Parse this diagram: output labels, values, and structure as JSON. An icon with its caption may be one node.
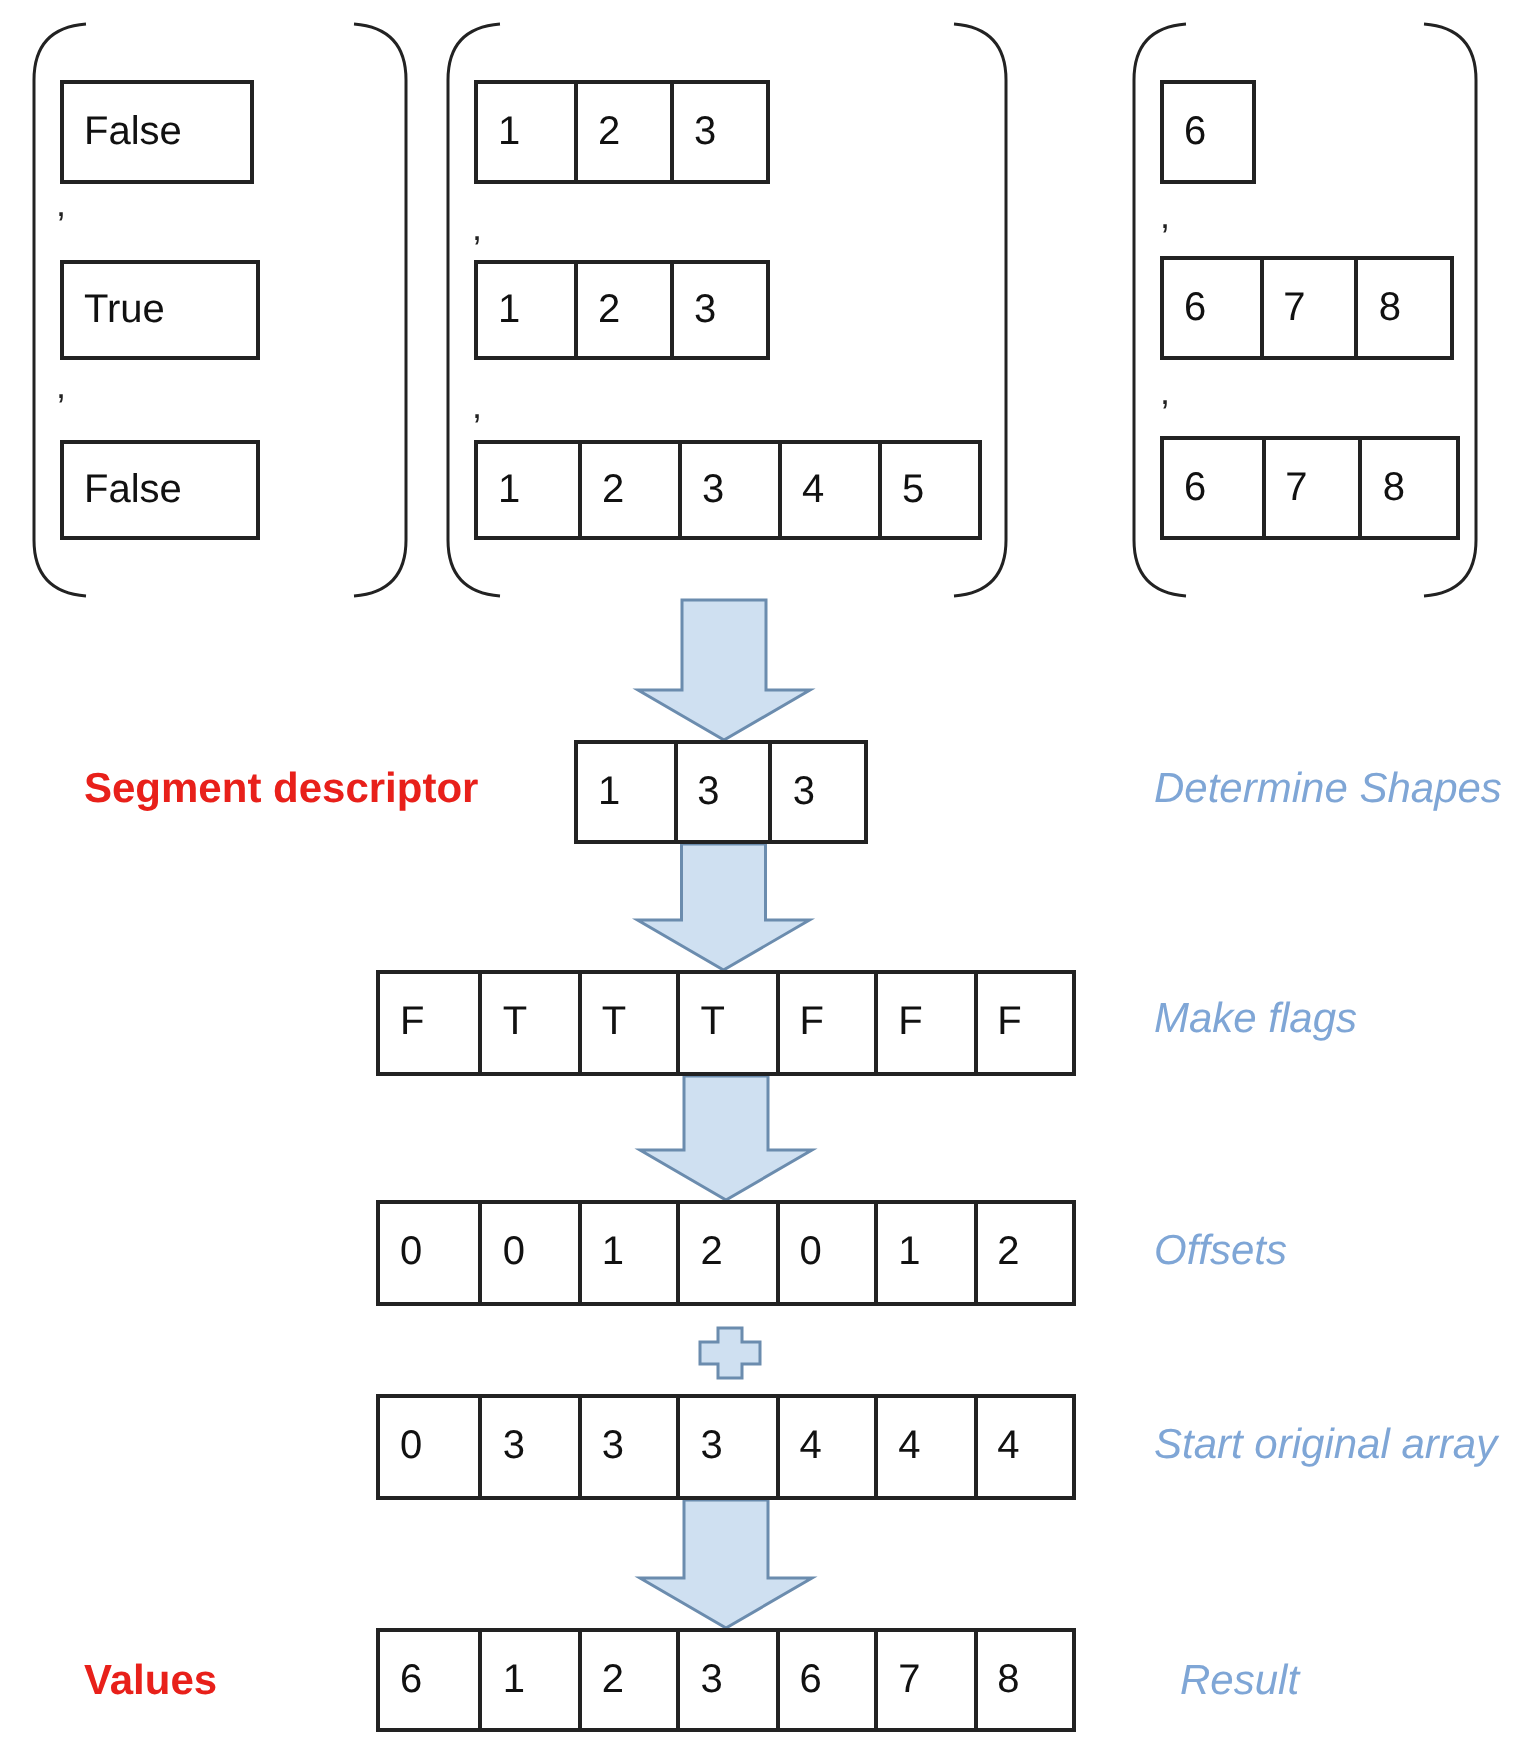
{
  "diagram": {
    "nodes": [
      {
        "text": [],
        "shape": "bracket"
      },
      {
        "text": [
          "False"
        ],
        "in": 0
      },
      {
        "text": [
          "True"
        ],
        "in": 0
      },
      {
        "text": [
          "False"
        ],
        "in": 0
      },
      {
        "text": [],
        "shape": "bracket"
      },
      {
        "text": [],
        "shape": "box",
        "in": 4
      },
      {
        "text": [
          "1"
        ],
        "in": 5
      },
      {
        "text": [
          "2"
        ],
        "in": 5
      },
      {
        "text": [
          "3"
        ],
        "in": 5
      },
      {
        "text": [],
        "shape": "box",
        "in": 4
      },
      {
        "text": [
          "1"
        ],
        "in": 9
      },
      {
        "text": [
          "2"
        ],
        "in": 9
      },
      {
        "text": [
          "3"
        ],
        "in": 9
      },
      {
        "text": [],
        "shape": "box",
        "in": 4
      },
      {
        "text": [
          "1"
        ],
        "in": 13
      },
      {
        "text": [
          "2"
        ],
        "in": 13
      },
      {
        "text": [
          "3"
        ],
        "in": 13
      },
      {
        "text": [
          "4"
        ],
        "in": 13
      },
      {
        "text": [
          "5"
        ],
        "in": 13
      },
      {
        "text": [],
        "shape": "bracket"
      },
      {
        "text": [
          "6"
        ],
        "in": 19
      },
      {
        "text": [],
        "shape": "box",
        "in": 19
      },
      {
        "text": [
          "6"
        ],
        "in": 21
      },
      {
        "text": [
          "7"
        ],
        "in": 21
      },
      {
        "text": [
          "8"
        ],
        "in": 21
      },
      {
        "text": [],
        "shape": "box",
        "in": 19
      },
      {
        "text": [
          "6"
        ],
        "in": 25
      },
      {
        "text": [
          "7"
        ],
        "in": 25
      },
      {
        "text": [
          "8"
        ],
        "in": 25
      },
      {
        "text": [],
        "shape": "box",
        "beside": [
          "Segment descriptor"
        ]
      },
      {
        "text": [
          "1"
        ],
        "in": 29
      },
      {
        "text": [
          "3"
        ],
        "in": 29
      },
      {
        "text": [
          "3"
        ],
        "in": 29
      },
      {
        "text": [],
        "shape": "box",
        "beside": [
          "Make flags"
        ]
      },
      {
        "text": [
          "F"
        ],
        "in": 33
      },
      {
        "text": [
          "T"
        ],
        "in": 33
      },
      {
        "text": [
          "T"
        ],
        "in": 33
      },
      {
        "text": [
          "T"
        ],
        "in": 33
      },
      {
        "text": [
          "F"
        ],
        "in": 33
      },
      {
        "text": [
          "F"
        ],
        "in": 33
      },
      {
        "text": [
          "F"
        ],
        "in": 33
      },
      {
        "text": [],
        "shape": "box",
        "beside": [
          "Offsets"
        ]
      },
      {
        "text": [
          "0"
        ],
        "in": 41
      },
      {
        "text": [
          "0"
        ],
        "in": 41
      },
      {
        "text": [
          "1"
        ],
        "in": 41
      },
      {
        "text": [
          "2"
        ],
        "in": 41
      },
      {
        "text": [
          "0"
        ],
        "in": 41
      },
      {
        "text": [
          "1"
        ],
        "in": 41
      },
      {
        "text": [
          "2"
        ],
        "in": 41
      },
      {
        "text": [],
        "shape": "box",
        "beside": [
          "Start original array"
        ]
      },
      {
        "text": [
          "0"
        ],
        "in": 49
      },
      {
        "text": [
          "3"
        ],
        "in": 49
      },
      {
        "text": [
          "3"
        ],
        "in": 49
      },
      {
        "text": [
          "3"
        ],
        "in": 49
      },
      {
        "text": [
          "4"
        ],
        "in": 49
      },
      {
        "text": [
          "4"
        ],
        "in": 49
      },
      {
        "text": [
          "4"
        ],
        "in": 49
      },
      {
        "text": [],
        "shape": "box",
        "beside": [
          "Values",
          "Result"
        ]
      },
      {
        "text": [
          "6"
        ],
        "in": 57
      },
      {
        "text": [
          "1"
        ],
        "in": 57
      },
      {
        "text": [
          "2"
        ],
        "in": 57
      },
      {
        "text": [
          "3"
        ],
        "in": 57
      },
      {
        "text": [
          "6"
        ],
        "in": 57
      },
      {
        "text": [
          "7"
        ],
        "in": 57
      },
      {
        "text": [
          "8"
        ],
        "in": 57
      }
    ],
    "edges": [
      {
        "from": 4,
        "to": 29,
        "arrow": "to"
      },
      {
        "from": 29,
        "to": 33,
        "arrow": "to"
      },
      {
        "from": 33,
        "to": 41,
        "arrow": "to"
      },
      {
        "from": 49,
        "to": 57,
        "arrow": "to"
      }
    ],
    "labels": [
      ",",
      ",",
      ",",
      ",",
      ",",
      ",",
      "Determine Shapes"
    ]
  }
}
